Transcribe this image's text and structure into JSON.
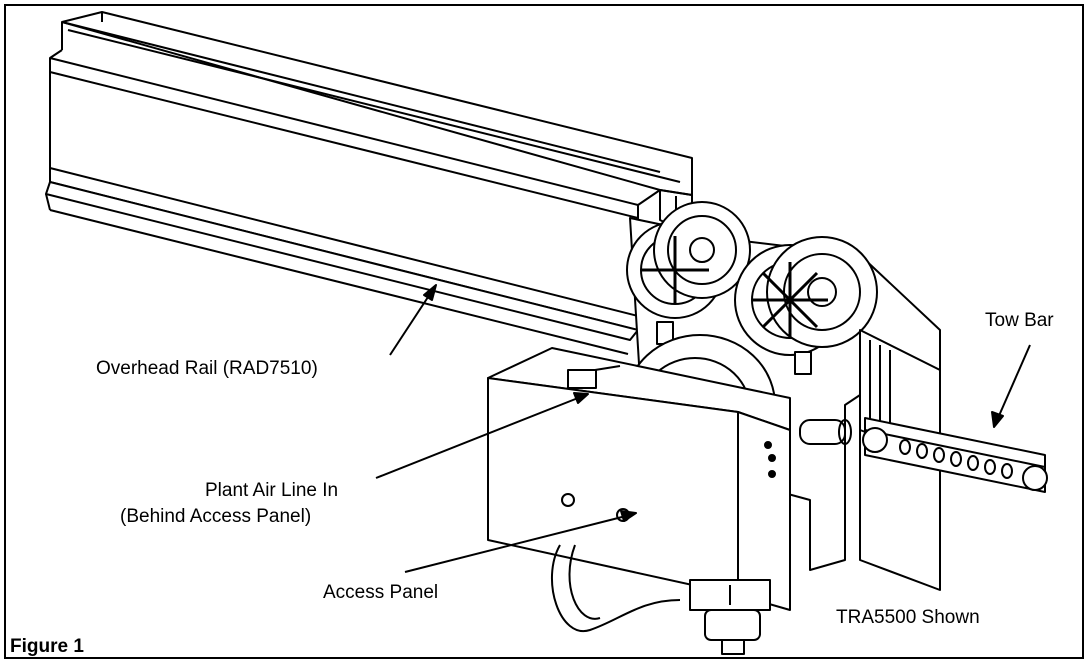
{
  "callouts": {
    "overhead_rail": "Overhead Rail (RAD7510)",
    "tow_bar": "Tow Bar",
    "plant_air_line_1": "Plant Air Line In",
    "plant_air_line_2": "(Behind Access Panel)",
    "access_panel": "Access Panel",
    "model_note": "TRA5500 Shown"
  },
  "figure_label": "Figure 1",
  "colors": {
    "line": "#000000",
    "background": "#ffffff",
    "shade": "#9a9a9a"
  }
}
